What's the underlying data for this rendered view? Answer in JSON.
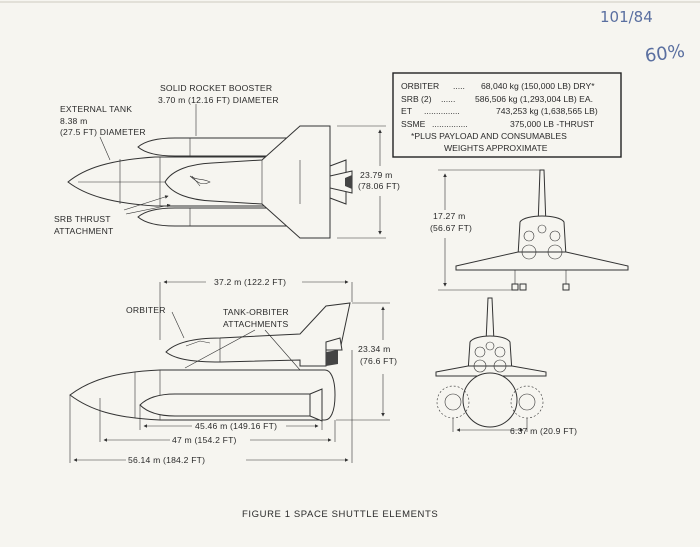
{
  "handwritten": {
    "note1": "101/84",
    "note2": "60%"
  },
  "labels": {
    "srb": "SOLID ROCKET BOOSTER",
    "srb_diameter": "3.70 m (12.16 FT) DIAMETER",
    "et": "EXTERNAL TANK",
    "et_diameter_m": "8.38 m",
    "et_diameter_ft": "(27.5 FT) DIAMETER",
    "srb_thrust": "SRB THRUST",
    "attachment": "ATTACHMENT",
    "orbiter": "ORBITER",
    "tank_orbiter_1": "TANK-ORBITER",
    "tank_orbiter_2": "ATTACHMENTS"
  },
  "specs": {
    "rows": [
      {
        "name": "ORBITER",
        "dots": ".....",
        "value": "68,040 kg (150,000 LB) DRY*"
      },
      {
        "name": "SRB (2)",
        "dots": "......",
        "value": "586,506 kg (1,293,004 LB) EA."
      },
      {
        "name": "ET",
        "dots": "...............",
        "value": "743,253 kg (1,638,565 LB)"
      },
      {
        "name": "SSME",
        "dots": "...............",
        "value": "375,000 LB -THRUST"
      }
    ],
    "note_line1": "*PLUS PAYLOAD AND CONSUMABLES",
    "note_line2": "WEIGHTS APPROXIMATE"
  },
  "dimensions": {
    "wingspan_m": "23.79 m",
    "wingspan_ft": "(78.06 FT)",
    "orbiter_height_m": "17.27 m",
    "orbiter_height_ft": "(56.67 FT)",
    "orbiter_length": "37.2 m (122.2 FT)",
    "stack_height_m": "23.34 m",
    "stack_height_ft": "(76.6 FT)",
    "srb_length": "45.46 m (149.16 FT)",
    "et_length": "47 m (154.2 FT)",
    "total_length": "56.14 m (184.2 FT)",
    "srb_spacing": "6.37 m (20.9 FT)"
  },
  "caption": "FIGURE 1 SPACE SHUTTLE ELEMENTS"
}
